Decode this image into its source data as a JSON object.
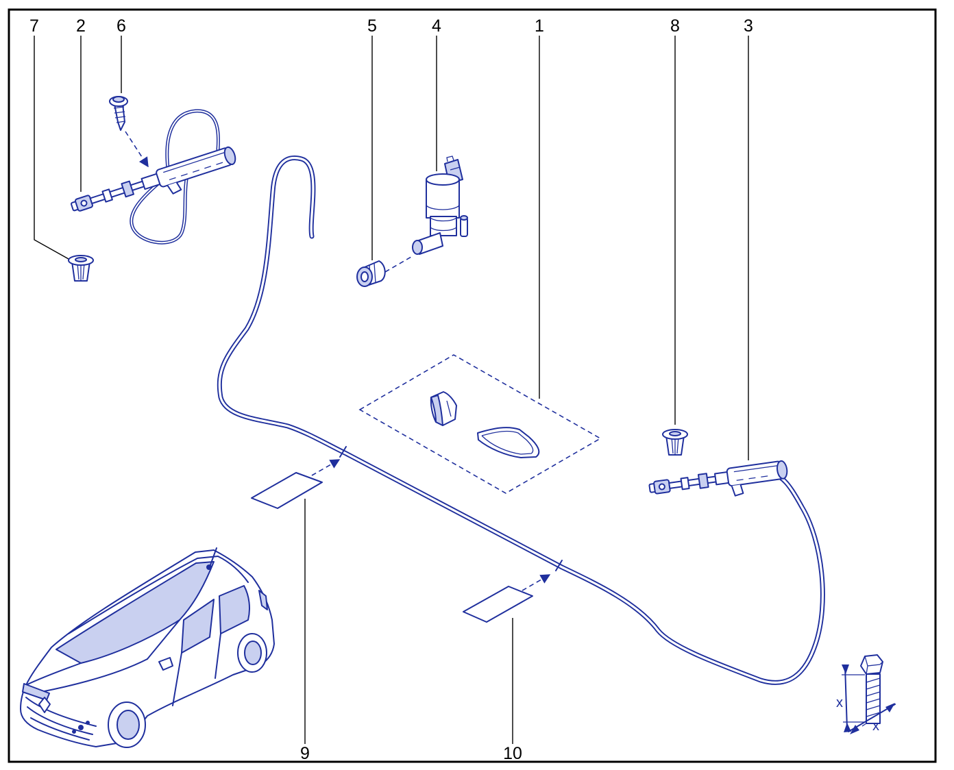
{
  "callouts": {
    "c7": "7",
    "c2": "2",
    "c6": "6",
    "c5": "5",
    "c4": "4",
    "c1": "1",
    "c8": "8",
    "c3": "3",
    "c9": "9",
    "c10": "10"
  },
  "dimension_labels": {
    "height": "x",
    "width": "x"
  },
  "colors": {
    "drawing": "#1f2f9d",
    "shade": "#c9d0f0",
    "leader": "#000000",
    "frame": "#000000"
  },
  "icons": {
    "hose": "washer-hose-icon",
    "nozzle": "washer-nozzle-icon",
    "pump": "washer-pump-icon",
    "grommet": "grommet-icon",
    "screw": "screw-icon",
    "clip": "clip-icon",
    "pad": "adhesive-pad-icon",
    "vehicle": "vehicle-locator-icon",
    "bolt": "bolt-dimension-icon"
  }
}
